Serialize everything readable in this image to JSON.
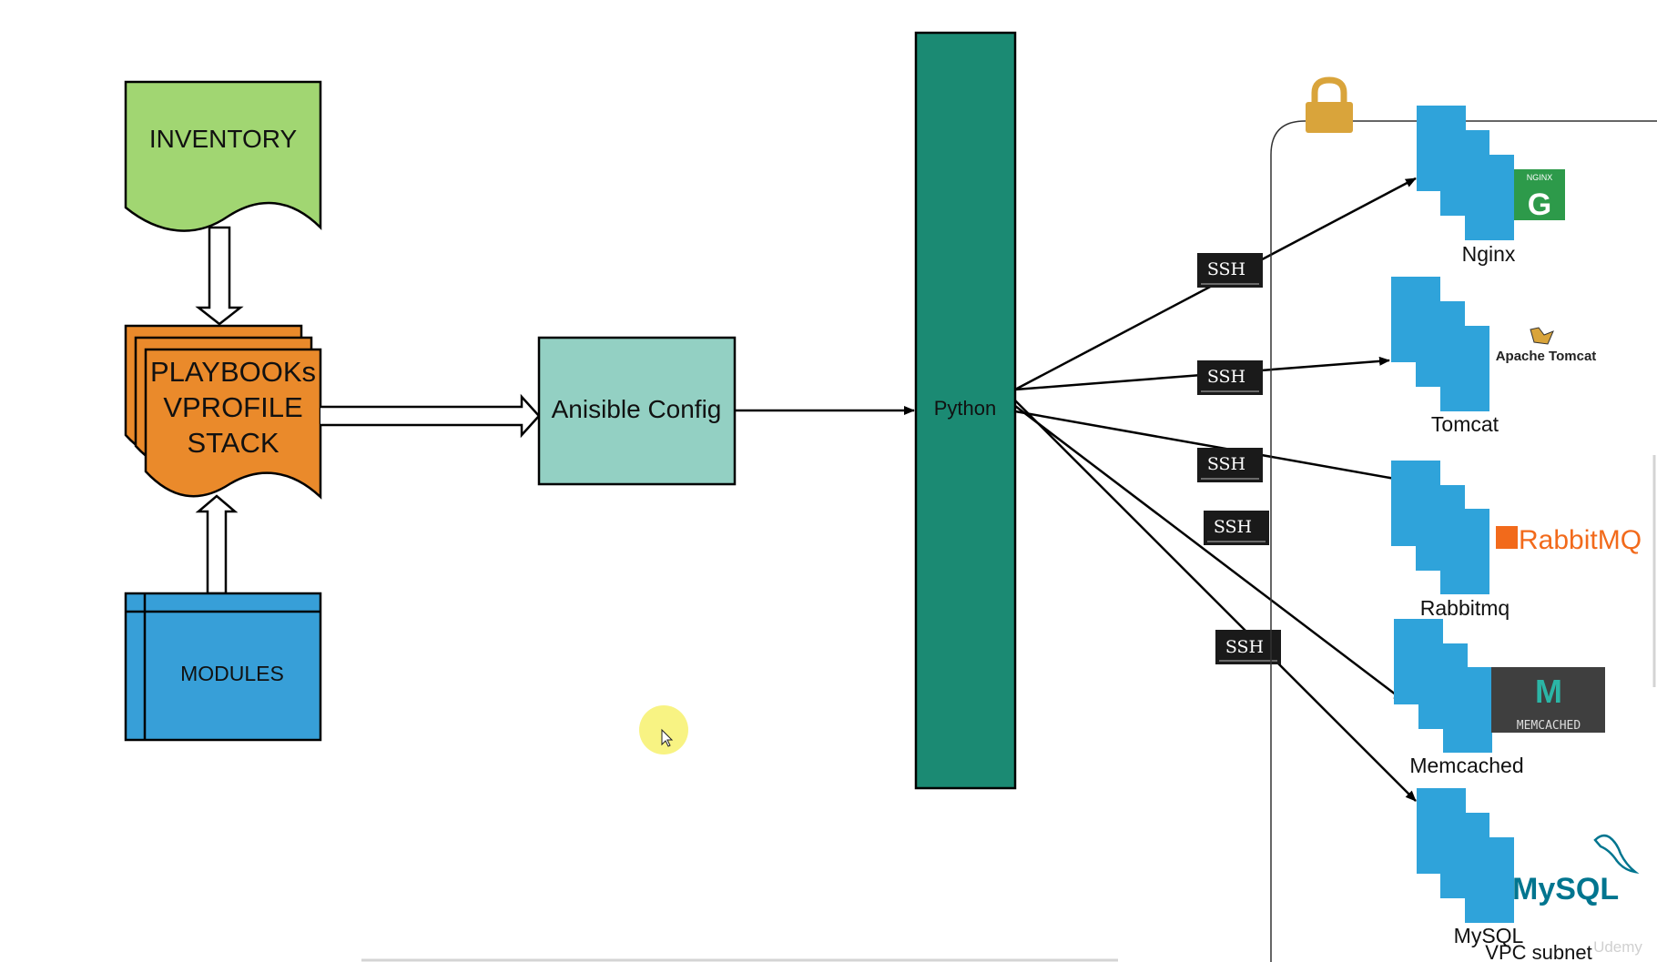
{
  "diagram": {
    "inventory": {
      "label": "INVENTORY",
      "fill": "#a1d672"
    },
    "playbooks": {
      "lines": [
        "PLAYBOOKs",
        "VPROFILE",
        "STACK"
      ],
      "fill": "#ea8a2b"
    },
    "modules": {
      "label": "MODULES",
      "fill": "#379fd8"
    },
    "ansible_config": {
      "label": "Anisible Config",
      "fill": "#93d0c3"
    },
    "python": {
      "label": "Python",
      "fill": "#1b8a73"
    },
    "ssh_label": "SSH",
    "subnet_label": "VPC subnet",
    "servers": [
      {
        "name": "Nginx",
        "logo_text": "NGINX"
      },
      {
        "name": "Tomcat",
        "logo_text": "Apache Tomcat"
      },
      {
        "name": "Rabbitmq",
        "logo_text": "RabbitMQ"
      },
      {
        "name": "Memcached",
        "logo_text": "MEMCACHED"
      },
      {
        "name": "MySQL",
        "logo_text": "MySQL"
      }
    ],
    "colors": {
      "server": "#2fa3da",
      "ssh_badge": "#1a1a1a",
      "lock": "#d9a43b",
      "nginx_green": "#2d9a4a",
      "rabbitmq_orange": "#f26a1b",
      "memcached_bg": "#3f3f3f",
      "mysql_blue": "#00758f",
      "mysql_orange": "#f29111"
    }
  },
  "watermark": "Udemy"
}
